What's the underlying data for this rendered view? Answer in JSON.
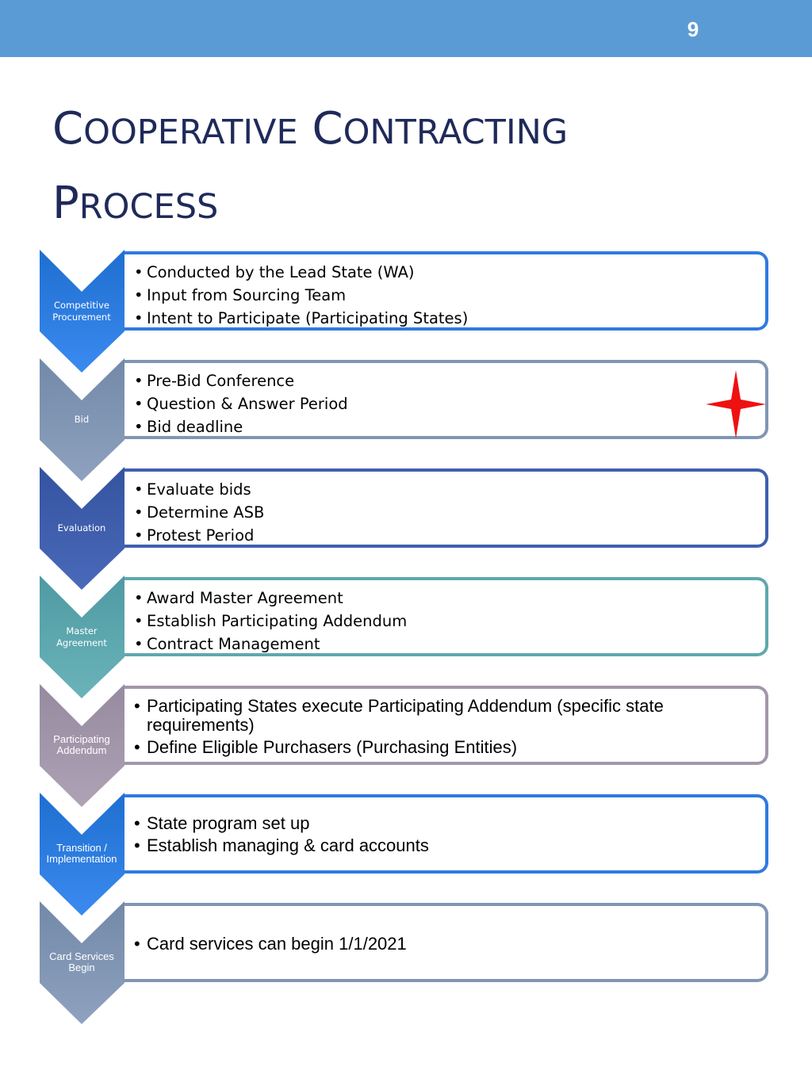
{
  "slide": {
    "page_number": "9",
    "title_line1_cap1": "C",
    "title_line1_rest1": "OOPERATIVE",
    "title_line1_cap2": "C",
    "title_line1_rest2": "ONTRACTING",
    "title_line2_cap": "P",
    "title_line2_rest": "ROCESS"
  },
  "colors": {
    "header_bar": "#5b9bd5",
    "title_text": "#1f2a5a",
    "star": "#ee1111"
  },
  "steps": [
    {
      "label_line1": "Competitive",
      "label_line2": "Procurement",
      "color": "#2f7ae0",
      "items": [
        "Conducted by the Lead State (WA)",
        "Input from Sourcing Team",
        "Intent to Participate (Participating States)"
      ]
    },
    {
      "label_line1": "Bid",
      "label_line2": "",
      "color": "#8096b3",
      "items": [
        "Pre-Bid Conference",
        "Question & Answer Period",
        "Bid deadline"
      ]
    },
    {
      "label_line1": "Evaluation",
      "label_line2": "",
      "color": "#3f5fae",
      "items": [
        "Evaluate bids",
        "Determine ASB",
        "Protest Period"
      ]
    },
    {
      "label_line1": "Master",
      "label_line2": "Agreement",
      "color": "#5fa8ae",
      "items": [
        "Award Master Agreement",
        "Establish Participating Addendum",
        "Contract Management"
      ]
    },
    {
      "label_line1": "Participating",
      "label_line2": "Addendum",
      "color": "#a396aa",
      "items": [
        "Participating States execute Participating Addendum (specific state requirements)",
        "Define Eligible Purchasers (Purchasing Entities)"
      ]
    },
    {
      "label_line1": "Transition /",
      "label_line2": "Implementation",
      "color": "#2f7ae0",
      "items": [
        "State program set up",
        "Establish managing & card accounts"
      ]
    },
    {
      "label_line1": "Card Services",
      "label_line2": "Begin",
      "color": "#8096b3",
      "items": [
        "Card services can begin 1/1/2021"
      ]
    }
  ]
}
